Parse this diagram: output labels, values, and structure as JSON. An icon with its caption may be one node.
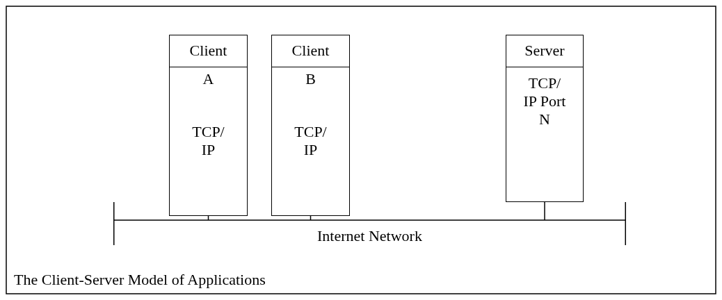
{
  "diagram": {
    "caption": "The Client-Server Model of Applications",
    "nodes": [
      {
        "text": [
          "Client",
          "A",
          "TCP/ IP"
        ]
      },
      {
        "text": [
          "Client",
          "B",
          "TCP/ IP"
        ]
      },
      {
        "text": [
          "Server",
          "TCP/ IP Port N"
        ]
      },
      {
        "text": [
          "Internet Network"
        ]
      }
    ],
    "edges": [
      {
        "from": 0,
        "to": 3,
        "arrow": "none"
      },
      {
        "from": 1,
        "to": 3,
        "arrow": "none"
      },
      {
        "from": 2,
        "to": 3,
        "arrow": "none"
      }
    ]
  }
}
